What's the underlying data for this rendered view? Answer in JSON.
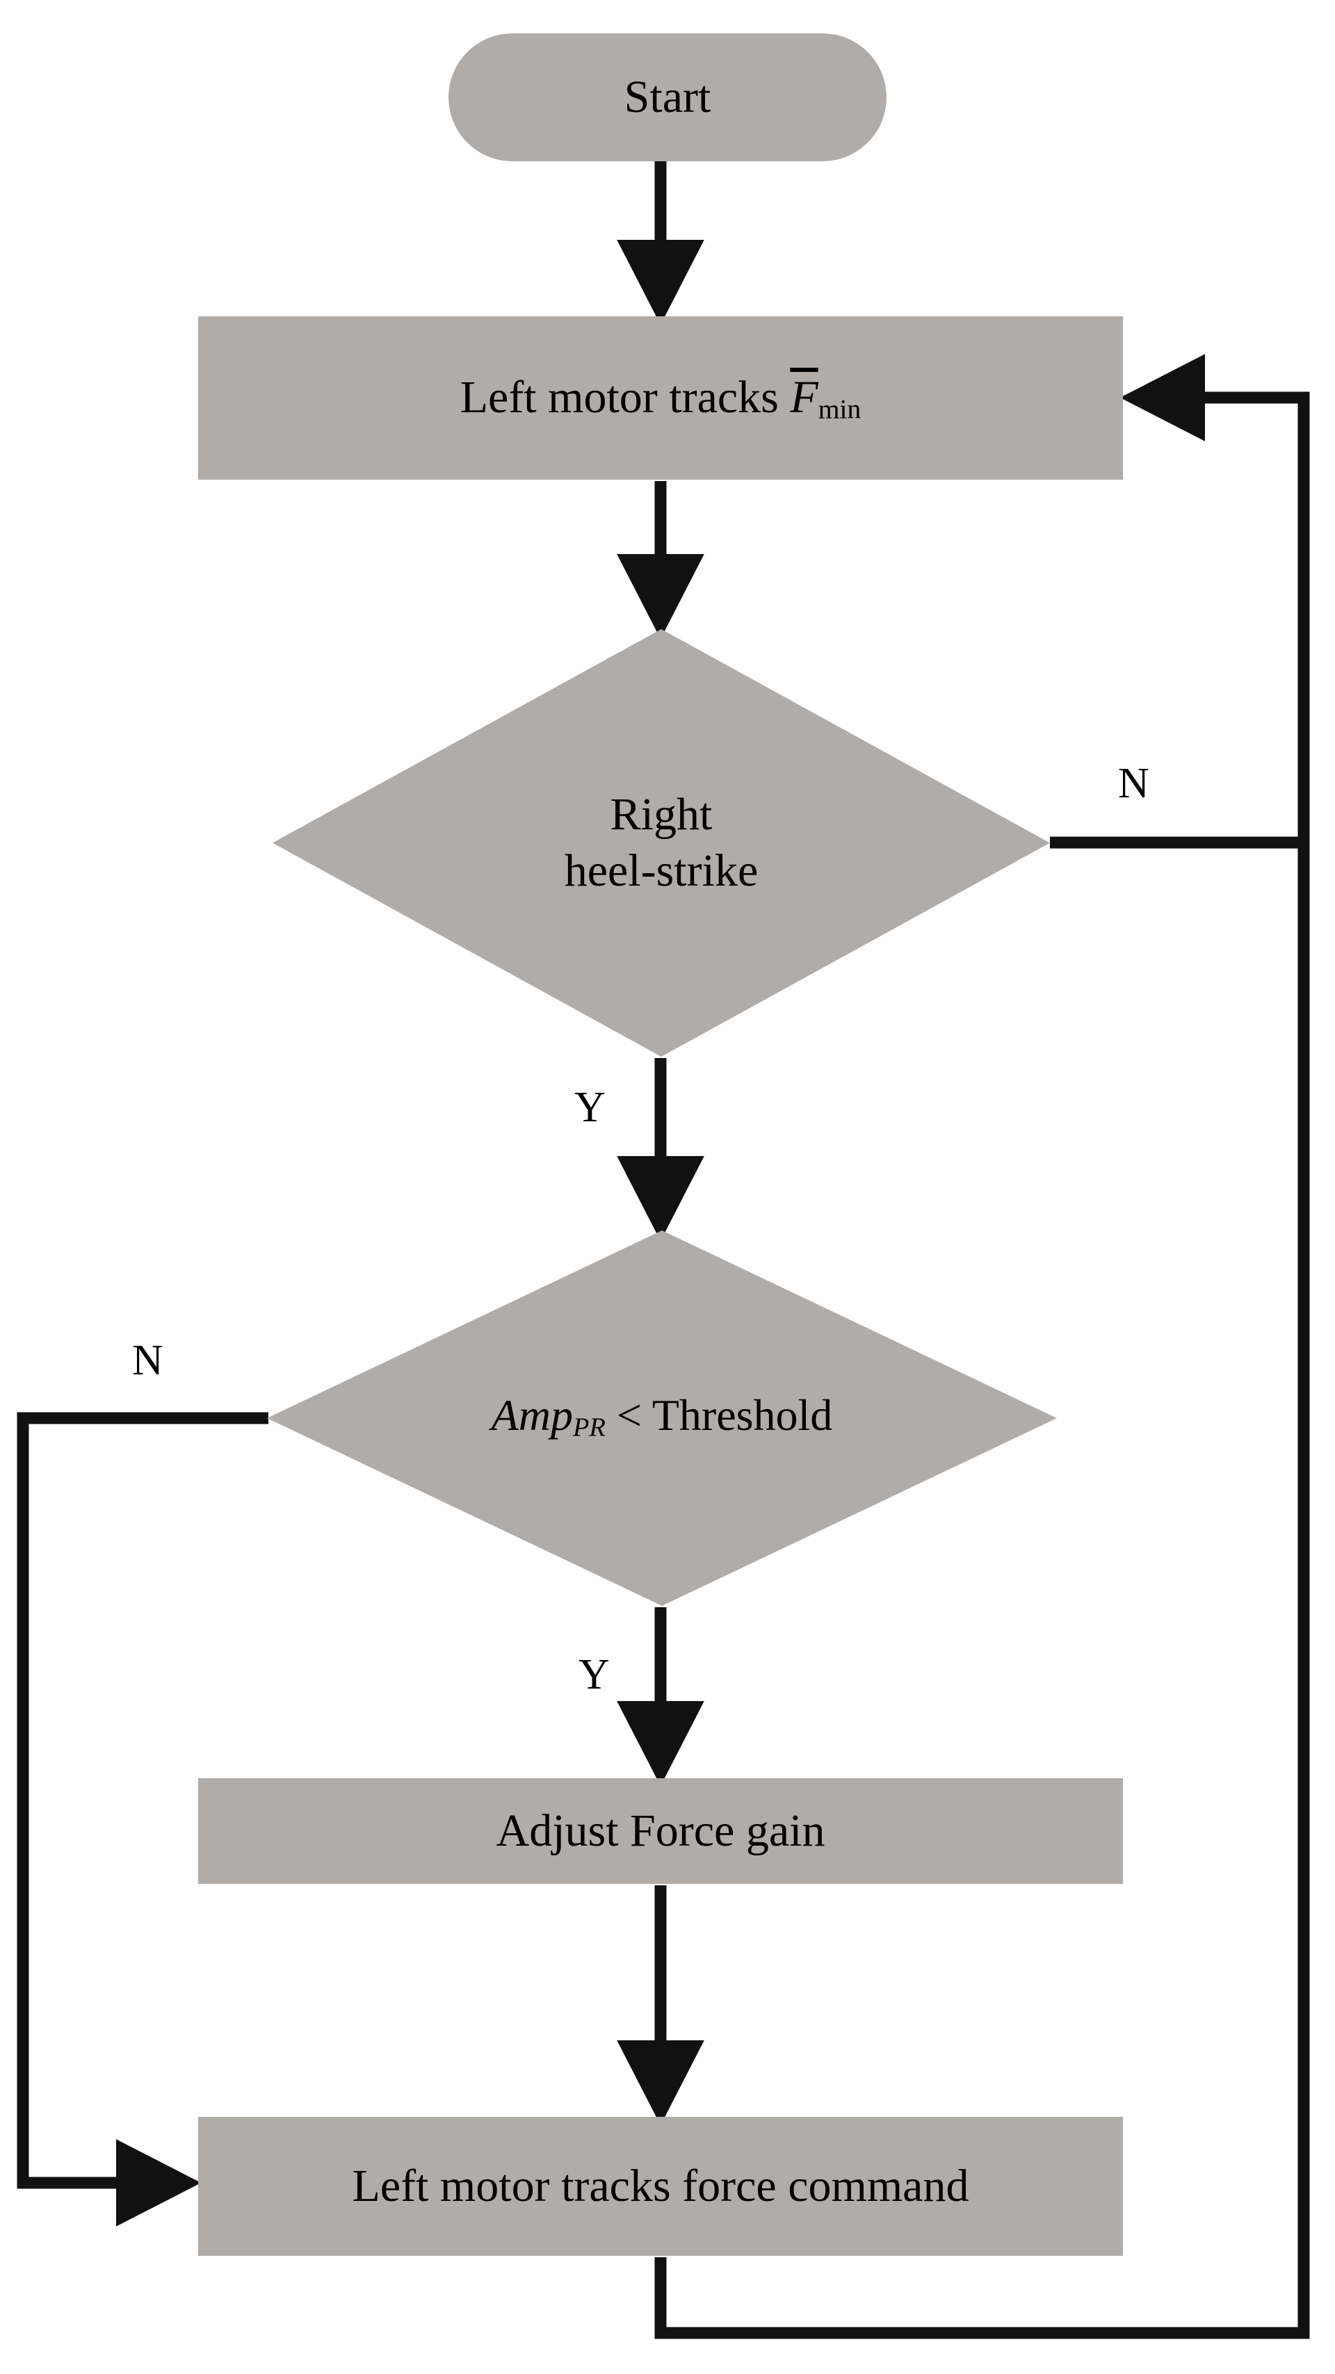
{
  "diagram": {
    "type": "flowchart",
    "title": "",
    "colors": {
      "node_fill": "#afacaa",
      "edge_stroke": "#111111",
      "text": "#000000",
      "background": "#ffffff"
    },
    "nodes": [
      {
        "id": "start",
        "shape": "rounded-rectangle",
        "text": "Start"
      },
      {
        "id": "track_fmin",
        "shape": "rectangle",
        "text_prefix": "Left motor tracks ",
        "symbol_base": "F",
        "symbol_sub": "min",
        "symbol_overbar": true,
        "text": "Left motor tracks F̄min"
      },
      {
        "id": "heel_strike",
        "shape": "diamond",
        "line1": "Right",
        "line2": "heel-strike",
        "text": "Right heel-strike"
      },
      {
        "id": "amp_thresh",
        "shape": "diamond",
        "symbol_base": "Amp",
        "symbol_sub": "PR",
        "text_suffix": " < Threshold",
        "text": "Amp_PR < Threshold"
      },
      {
        "id": "adjust_gain",
        "shape": "rectangle",
        "text": "Adjust Force gain"
      },
      {
        "id": "track_force",
        "shape": "rectangle",
        "text": "Left motor tracks  force command"
      }
    ],
    "edge_labels": {
      "heel_strike_no": "N",
      "heel_strike_yes": "Y",
      "amp_no": "N",
      "amp_yes": "Y"
    },
    "edges": [
      {
        "from": "start",
        "to": "track_fmin",
        "label": ""
      },
      {
        "from": "track_fmin",
        "to": "heel_strike",
        "label": ""
      },
      {
        "from": "heel_strike",
        "to": "amp_thresh",
        "label": "Y"
      },
      {
        "from": "heel_strike",
        "to": "track_fmin",
        "label": "N"
      },
      {
        "from": "amp_thresh",
        "to": "adjust_gain",
        "label": "Y"
      },
      {
        "from": "amp_thresh",
        "to": "track_force",
        "label": "N"
      },
      {
        "from": "adjust_gain",
        "to": "track_force",
        "label": ""
      },
      {
        "from": "track_force",
        "to": "track_fmin",
        "label": ""
      }
    ]
  }
}
